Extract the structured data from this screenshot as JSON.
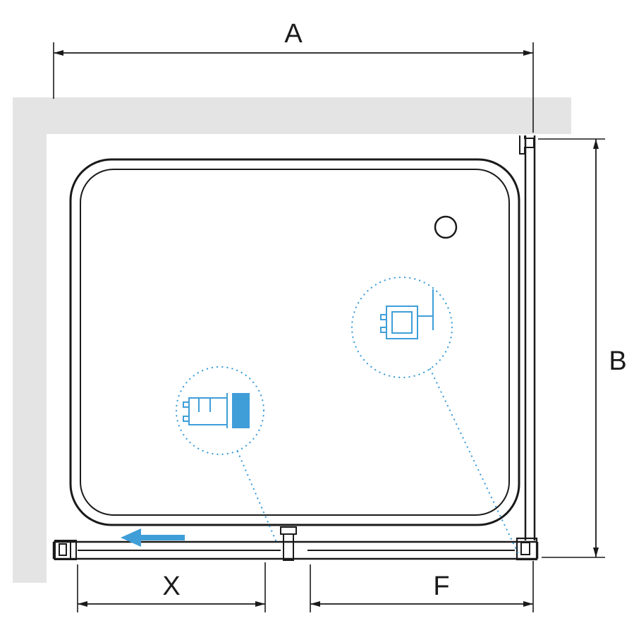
{
  "diagram": {
    "labels": {
      "overall_width": "A",
      "depth": "B",
      "door_width": "X",
      "fixed_panel_width": "F"
    },
    "colors": {
      "line": "#1a1a1a",
      "wall": "#e4e4e4",
      "accent": "#3f9ed8"
    },
    "arrow_direction": "left"
  }
}
